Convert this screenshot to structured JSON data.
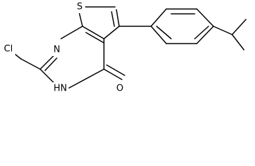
{
  "structure": {
    "atoms": [
      {
        "id": "S1",
        "label": "S"
      },
      {
        "id": "N1",
        "label": "N"
      },
      {
        "id": "NH",
        "label": "HN"
      },
      {
        "id": "Cl",
        "label": "Cl"
      },
      {
        "id": "O1",
        "label": "O"
      }
    ]
  }
}
